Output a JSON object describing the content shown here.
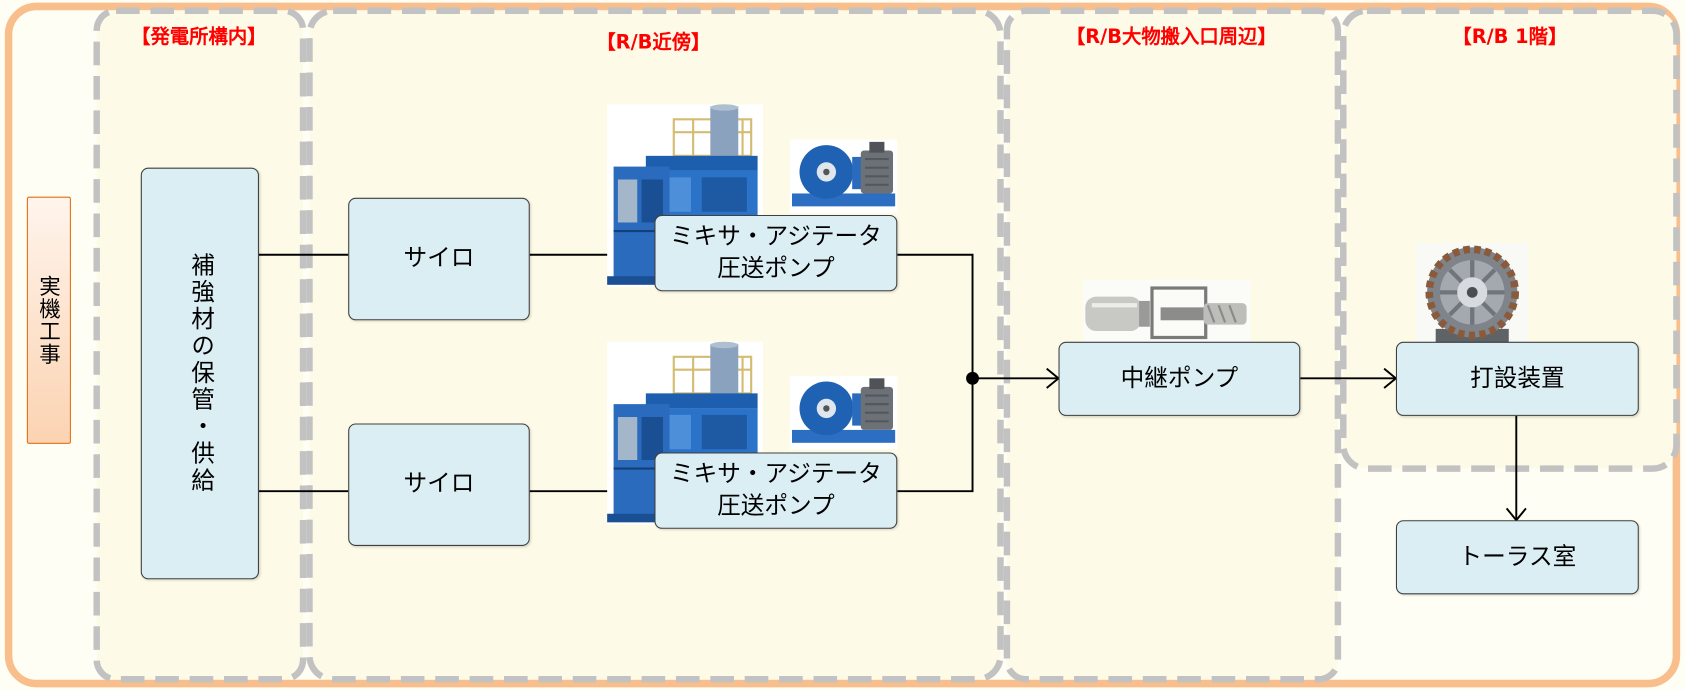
{
  "side_label": "実機工事",
  "zones": {
    "site": "【発電所構内】",
    "rb_vicinity": "【R/B近傍】",
    "rb_entrance": "【R/B大物搬入口周辺】",
    "rb_first_floor": "【R/B 1階】"
  },
  "nodes": {
    "supply": "補強材の保管・供給",
    "silo_upper": "サイロ",
    "silo_lower": "サイロ",
    "mixer_upper": [
      "ミキサ・アジテータ",
      "圧送ポンプ"
    ],
    "mixer_lower": [
      "ミキサ・アジテータ",
      "圧送ポンプ"
    ],
    "relay_pump": "中継ポンプ",
    "casting_unit": "打設装置",
    "torus_room": "トーラス室"
  },
  "photos": {
    "mixer_plant": "mixer-agitator-plant-photo",
    "pressure_pump": "pressure-pump-photo",
    "relay_pump": "relay-pump-photo",
    "casting_machine": "casting-machine-photo"
  },
  "colors": {
    "background": "#fffef4",
    "zone_fill": "#fdfbe7",
    "frame_orange": "#f8bf8d",
    "zone_dash": "#c2c2c2",
    "title_red": "#ff0000",
    "node_fill": "#dbeef4",
    "node_border": "#404040",
    "side_label_border": "#e46c0a",
    "line": "#000000"
  }
}
